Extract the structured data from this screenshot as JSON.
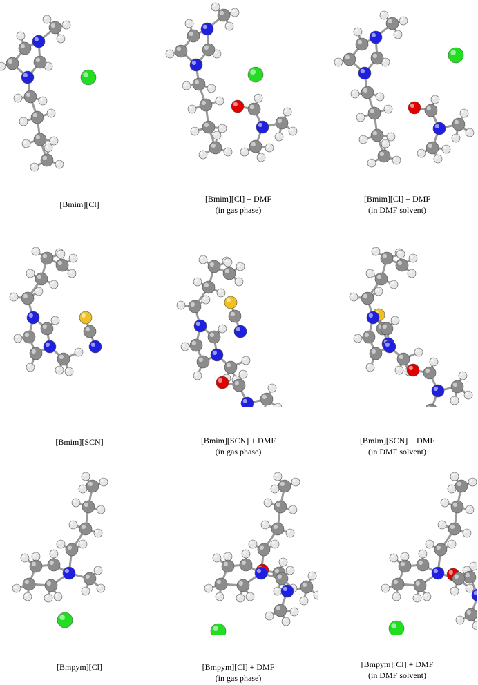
{
  "colors": {
    "carbon": "#8c8c8c",
    "hydrogen": "#e6e6e6",
    "nitrogen": "#1f1fe0",
    "oxygen": "#e00000",
    "chlorine": "#22dd22",
    "sulfur": "#f0c020",
    "bond": "#9a9a9a"
  },
  "panels": [
    {
      "caption_line1": "[Bmim][Cl]",
      "caption_line2": ""
    },
    {
      "caption_line1": "[Bmim][Cl] + DMF",
      "caption_line2": "(in gas phase)"
    },
    {
      "caption_line1": "[Bmim][Cl] + DMF",
      "caption_line2": "(in DMF solvent)"
    },
    {
      "caption_line1": "[Bmim][SCN]",
      "caption_line2": ""
    },
    {
      "caption_line1": "[Bmim][SCN] + DMF",
      "caption_line2": "(in gas phase)"
    },
    {
      "caption_line1": "[Bmim][SCN] + DMF",
      "caption_line2": "(in DMF solvent)"
    },
    {
      "caption_line1": "[Bmpym][Cl]",
      "caption_line2": ""
    },
    {
      "caption_line1": "[Bmpym][Cl] + DMF",
      "caption_line2": "(in gas phase)"
    },
    {
      "caption_line1": "[Bmpym][Cl] + DMF",
      "caption_line2": "(in DMF solvent)"
    }
  ]
}
